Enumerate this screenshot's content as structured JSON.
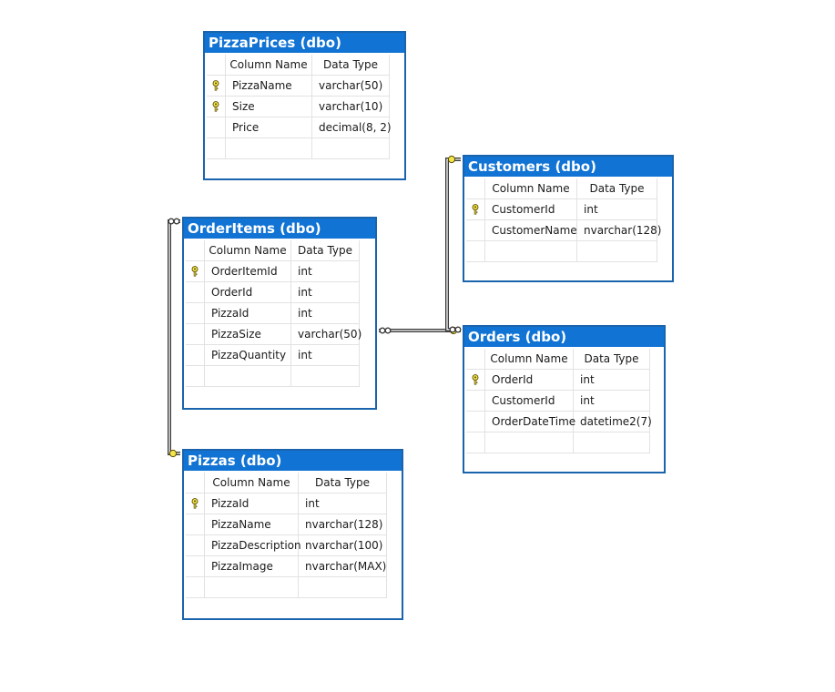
{
  "colors": {
    "title_bg": "#1173d3",
    "border": "#1a64ad",
    "connector": "#3a3a3a",
    "key": "#f2e64a"
  },
  "tables": [
    {
      "id": "pizzaprices",
      "title": "PizzaPrices (dbo)",
      "headers": [
        "Column Name",
        "Data Type"
      ],
      "rows": [
        {
          "name": "PizzaName",
          "type": "varchar(50)",
          "key": true
        },
        {
          "name": "Size",
          "type": "varchar(10)",
          "key": true
        },
        {
          "name": "Price",
          "type": "decimal(8, 2)",
          "key": false
        }
      ]
    },
    {
      "id": "customers",
      "title": "Customers (dbo)",
      "headers": [
        "Column Name",
        "Data Type"
      ],
      "rows": [
        {
          "name": "CustomerId",
          "type": "int",
          "key": true
        },
        {
          "name": "CustomerName",
          "type": "nvarchar(128)",
          "key": false
        }
      ]
    },
    {
      "id": "orderitems",
      "title": "OrderItems (dbo)",
      "headers": [
        "Column Name",
        "Data Type"
      ],
      "rows": [
        {
          "name": "OrderItemId",
          "type": "int",
          "key": true
        },
        {
          "name": "OrderId",
          "type": "int",
          "key": false
        },
        {
          "name": "PizzaId",
          "type": "int",
          "key": false
        },
        {
          "name": "PizzaSize",
          "type": "varchar(50)",
          "key": false
        },
        {
          "name": "PizzaQuantity",
          "type": "int",
          "key": false
        }
      ]
    },
    {
      "id": "orders",
      "title": "Orders (dbo)",
      "headers": [
        "Column Name",
        "Data Type"
      ],
      "rows": [
        {
          "name": "OrderId",
          "type": "int",
          "key": true
        },
        {
          "name": "CustomerId",
          "type": "int",
          "key": false
        },
        {
          "name": "OrderDateTime",
          "type": "datetime2(7)",
          "key": false
        }
      ]
    },
    {
      "id": "pizzas",
      "title": "Pizzas (dbo)",
      "headers": [
        "Column Name",
        "Data Type"
      ],
      "rows": [
        {
          "name": "PizzaId",
          "type": "int",
          "key": true
        },
        {
          "name": "PizzaName",
          "type": "nvarchar(128)",
          "key": false
        },
        {
          "name": "PizzaDescription",
          "type": "nvarchar(100)",
          "key": false
        },
        {
          "name": "PizzaImage",
          "type": "nvarchar(MAX)",
          "key": false
        }
      ]
    }
  ],
  "relationships": [
    {
      "from": "orderitems",
      "to": "pizzas",
      "many_end": "orderitems",
      "one_end": "pizzas"
    },
    {
      "from": "orderitems",
      "to": "orders",
      "many_end": "orderitems",
      "one_end": "orders"
    },
    {
      "from": "orders",
      "to": "customers",
      "many_end": "orders",
      "one_end": "customers"
    }
  ]
}
